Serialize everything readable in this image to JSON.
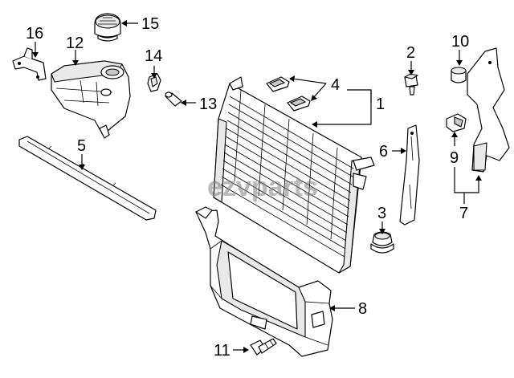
{
  "watermark": "ezvparts",
  "callouts": {
    "c1": "1",
    "c2": "2",
    "c3": "3",
    "c4": "4",
    "c5": "5",
    "c6": "6",
    "c7": "7",
    "c8": "8",
    "c9": "9",
    "c10": "10",
    "c11": "11",
    "c12": "12",
    "c13": "13",
    "c14": "14",
    "c15": "15",
    "c16": "16"
  }
}
